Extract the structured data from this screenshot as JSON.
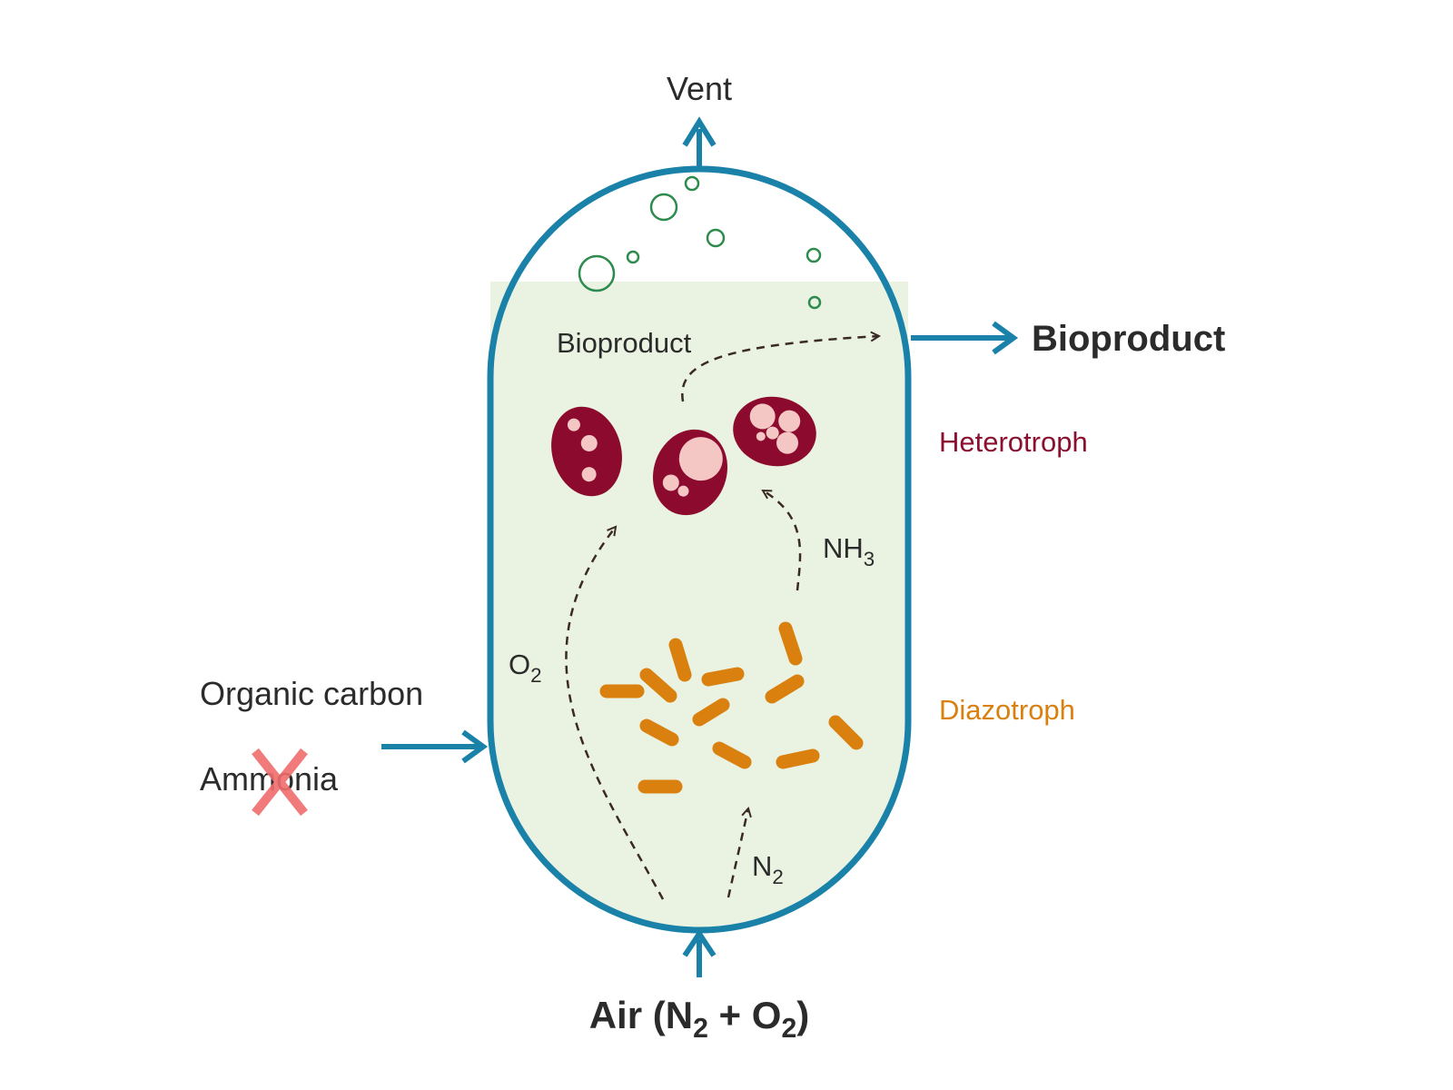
{
  "labels": {
    "vent": "Vent",
    "bioproduct_inner": "Bioproduct",
    "bioproduct_outer": "Bioproduct",
    "heterotroph": "Heterotroph",
    "diazotroph": "Diazotroph",
    "nh3": {
      "base": "NH",
      "sub": "3"
    },
    "o2": {
      "base": "O",
      "sub": "2"
    },
    "n2": {
      "base": "N",
      "sub": "2"
    },
    "organic_carbon": "Organic carbon",
    "ammonia": "Ammonia",
    "air": {
      "prefix": "Air (N",
      "sub1": "2",
      "mid": " + O",
      "sub2": "2",
      "suffix": ")"
    }
  },
  "colors": {
    "vessel_stroke": "#1a82a8",
    "liquid_fill": "#eaf2e2",
    "bubble_stroke": "#2e8b4e",
    "heterotroph": "#8b0a2e",
    "heterotroph_spot": "#f4c6c4",
    "diazotroph": "#d9800f",
    "heterotroph_label": "#8b1030",
    "diazotroph_label": "#d9800f",
    "cross": "#f06d6d",
    "dashed_arrow": "#3a2a25"
  },
  "icons": {
    "ammonia_excluded": "red-x-icon"
  }
}
